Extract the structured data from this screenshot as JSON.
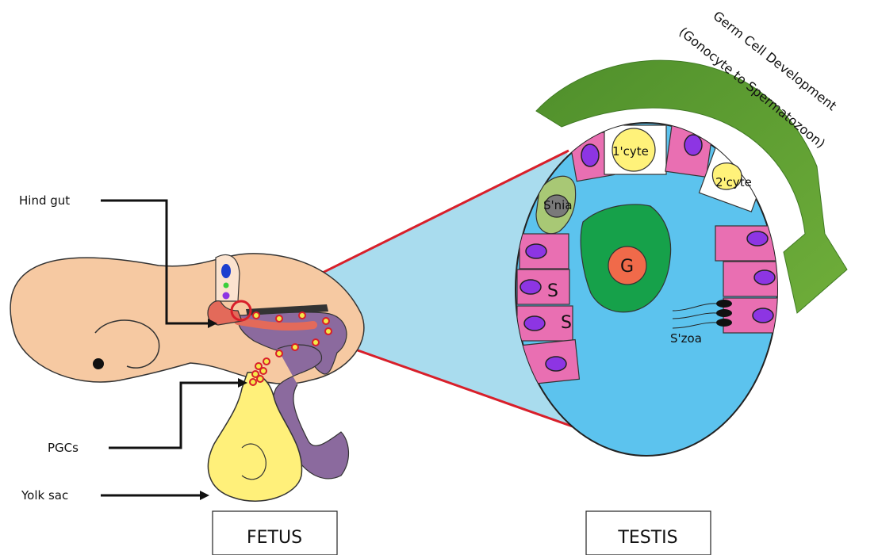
{
  "labels": {
    "hind_gut": "Hind gut",
    "pgcs": "PGCs",
    "yolk_sac": "Yolk sac",
    "fetus": "FETUS",
    "testis": "TESTIS",
    "arrow_line1": "Germ Cell Development",
    "arrow_line2": "(Gonocyte to Spermatozoon)",
    "primary_spermatocyte": "1'cyte",
    "secondary_spermatocyte": "2'cyte",
    "spermatogonia": "S'nia",
    "gonocyte": "G",
    "sertoli_1": "S",
    "sertoli_2": "S",
    "spermatozoa": "S'zoa"
  },
  "colors": {
    "fetus_skin": "#f6c9a2",
    "testis_lumen": "#5cc3ee",
    "projection": "#a9dcee",
    "sertoli": "#e96fb2",
    "nucleus": "#8d35e3",
    "gonocyte": "#16a14a",
    "gonocyte_nucleus": "#f06a4a",
    "spermatogonia": "#a8c875",
    "spermatocyte": "#fff27a",
    "yolk_sac": "#fff07a",
    "hindgut_purple": "#8b6a9e",
    "arrow_green": "#5a9c30",
    "red_outline": "#d81f2a"
  }
}
